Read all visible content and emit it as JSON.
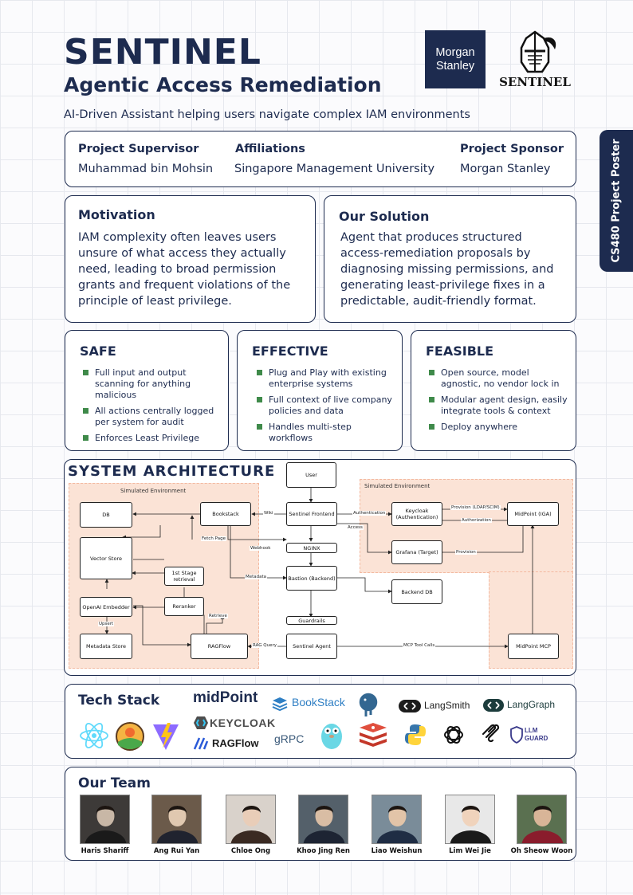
{
  "header": {
    "title": "SENTINEL",
    "subtitle": "Agentic Access Remediation",
    "tagline": "AI-Driven Assistant helping users navigate complex IAM environments",
    "sponsor_logo_line1": "Morgan",
    "sponsor_logo_line2": "Stanley",
    "project_logo_text": "SENTINEL",
    "side_tab": "CS480 Project Poster"
  },
  "info": {
    "supervisor_label": "Project Supervisor",
    "supervisor": "Muhammad bin Mohsin",
    "affiliations_label": "Affiliations",
    "affiliations": "Singapore Management University",
    "sponsor_label": "Project Sponsor",
    "sponsor": "Morgan Stanley"
  },
  "motivation": {
    "title": "Motivation",
    "lines": [
      "IAM complexity often leaves users",
      "unsure of what access they actually",
      "need, leading to broad permission",
      "grants and frequent violations of the",
      "principle of least privilege."
    ]
  },
  "solution": {
    "title": "Our Solution",
    "lines": [
      "Agent that produces structured",
      "access-remediation proposals by",
      "diagnosing missing permissions, and",
      "generating least-privilege fixes in a",
      "predictable, audit-friendly format."
    ]
  },
  "pillars": [
    {
      "title": "SAFE",
      "items": [
        "Full input and output scanning for anything malicious",
        "All actions centrally logged per system for audit",
        "Enforces Least Privilege"
      ]
    },
    {
      "title": "EFFECTIVE",
      "items": [
        "Plug and Play with existing enterprise systems",
        "Full context of live company policies and data",
        "Handles multi-step workflows"
      ]
    },
    {
      "title": "FEASIBLE",
      "items": [
        "Open source, model agnostic, no vendor lock in",
        "Modular agent design, easily integrate tools & context",
        "Deploy anywhere"
      ]
    }
  ],
  "architecture": {
    "title": "SYSTEM ARCHITECTURE",
    "zone_left": "Simulated Environment",
    "zone_right": "Simulated Environment",
    "nodes": {
      "user": "User",
      "db": "DB",
      "bookstack": "Bookstack",
      "frontend": "Sentinel Frontend",
      "keycloak": "Keycloak (Authentication)",
      "midpoint": "MidPoint (IGA)",
      "vector": "Vector Store",
      "stage1": "1st Stage retrieval",
      "nginx": "NGINX",
      "grafana": "Grafana (Target)",
      "bastion": "Bastion (Backend)",
      "backenddb": "Backend DB",
      "embedder": "OpenAI Embedder",
      "reranker": "Reranker",
      "guardrails": "Guardrails",
      "metastore": "Metadata Store",
      "ragflow": "RAGFlow",
      "agent": "Sentinel Agent",
      "mcp": "MidPoint MCP"
    },
    "edges": {
      "wiki": "Wiki",
      "authentication": "Authentication",
      "provision_ldap": "Provision (LDAP/SCIM)",
      "authorization": "Authorization",
      "access": "Access",
      "provision": "Provision",
      "fetch_page": "Fetch Page",
      "webhook": "Webhook",
      "metadata": "Metadata",
      "upsert": "Upsert",
      "retrieve": "Retrieve",
      "rag_query": "RAG Query",
      "mcp_tool_calls": "MCP Tool Calls"
    }
  },
  "tech_stack": {
    "title": "Tech Stack",
    "midpoint": "midPoint",
    "bookstack": "BookStack",
    "langsmith": "LangSmith",
    "langgraph": "LangGraph",
    "keycloak": "KEYCLOAK",
    "ragflow": "RAGFlow",
    "grpc": "gRPC",
    "llm_guard_1": "LLM",
    "llm_guard_2": "GUARD"
  },
  "team": {
    "title": "Our Team",
    "members": [
      "Haris Shariff",
      "Ang Rui Yan",
      "Chloe Ong",
      "Khoo Jing Ren",
      "Liao Weishun",
      "Lim Wei Jie",
      "Oh Sheow Woon"
    ]
  },
  "colors": {
    "navy": "#1d2b4f",
    "zone": "#fbe3d6",
    "bullet": "#3f8a4a"
  }
}
